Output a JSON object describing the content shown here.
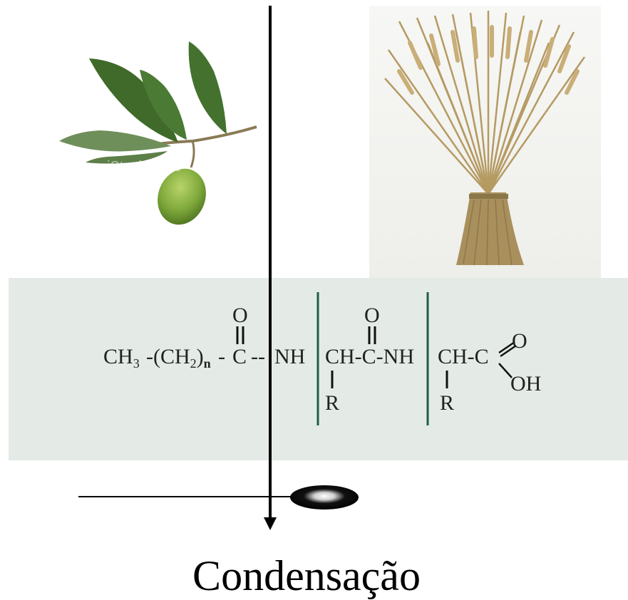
{
  "formula": {
    "ch3": "CH",
    "ch3_sub": "3",
    "ch2_group": "-(CH",
    "ch2_sub": "2",
    "close_paren": ")",
    "n_sub": "n",
    "dash1": "-",
    "c1": "C",
    "dash2": "--",
    "nh1": "NH",
    "ch_c_nh": "CH-C-NH",
    "ch_c": "CH-C",
    "oxygen": "O",
    "oh": "OH",
    "r": "R"
  },
  "caption": "Condensação",
  "colors": {
    "panel_bg": "#e4ebe7",
    "bracket": "#1e5c48",
    "olive_leaf": "#4f7a32",
    "olive_fruit": "#7ea83a",
    "wheat": "#b59a62"
  },
  "icons": {
    "olive": "olive-branch-photo",
    "wheat": "wheat-bundle-photo",
    "droplet": "oil-droplet-icon"
  }
}
